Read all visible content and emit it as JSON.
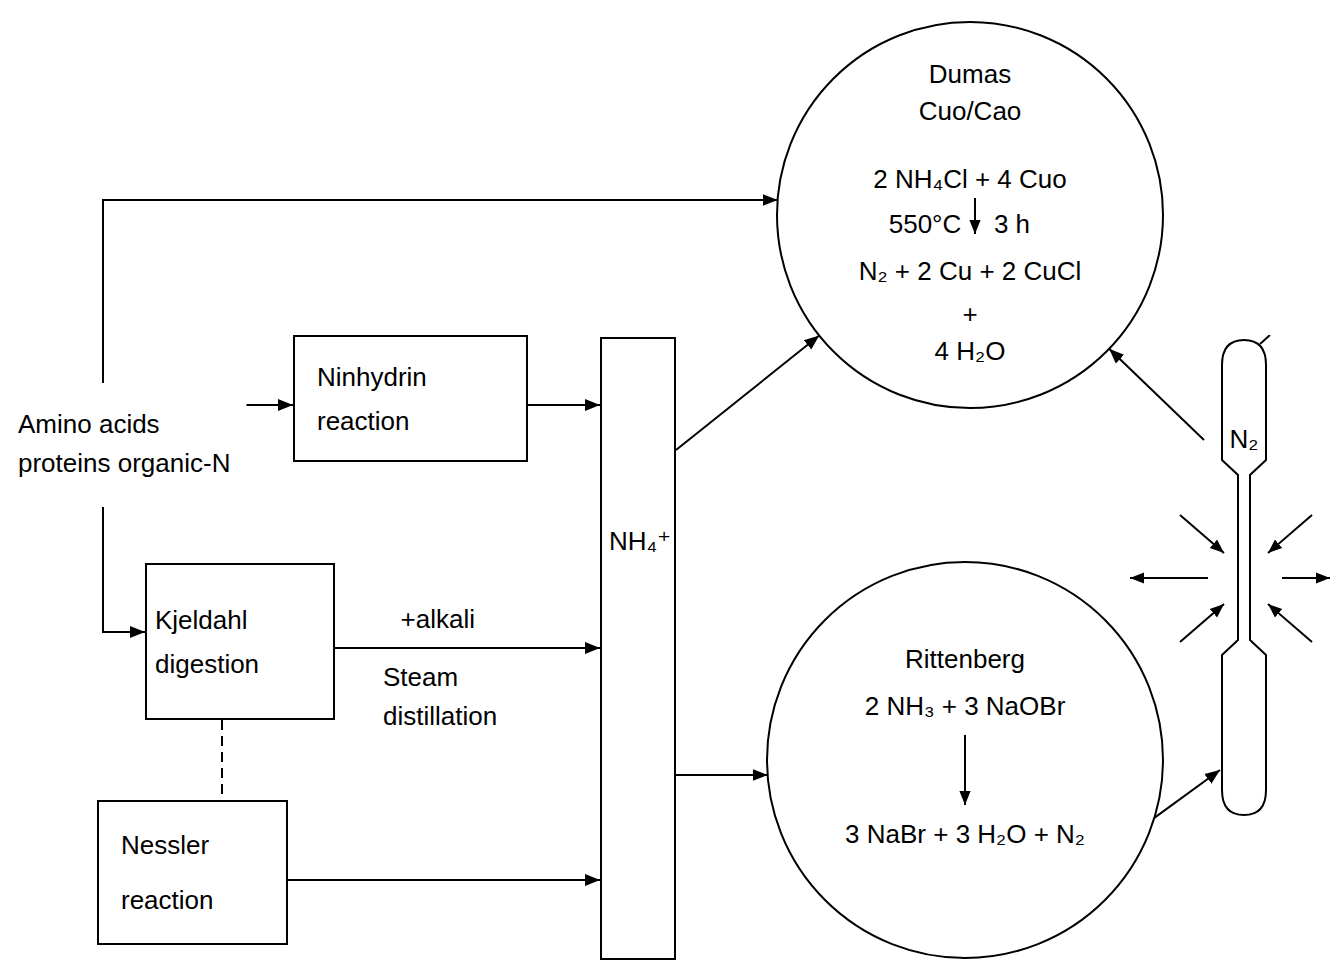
{
  "diagram": {
    "nodes": [
      {
        "text": [
          "Amino acids proteins organic-N"
        ]
      },
      {
        "text": [
          "Ninhydrin reaction"
        ]
      },
      {
        "text": [
          "Kjeldahl digestion"
        ]
      },
      {
        "text": [
          "Nessler reaction"
        ]
      },
      {
        "text": [
          "NH₄⁺"
        ]
      },
      {
        "text": [
          "Dumas",
          "Cuo/Cao",
          "2 NH₄Cl + 4 Cuo",
          "550°C",
          "3 h",
          "N₂ + 2 Cu + 2 CuCl",
          "+",
          "4 H₂O"
        ]
      },
      {
        "text": [
          "Rittenberg",
          "2 NH₃ + 3 NaOBr",
          "3 NaBr + 3 H₂O + N₂"
        ]
      },
      {
        "text": [
          "N₂"
        ]
      }
    ],
    "edges": [
      {
        "from": 0,
        "to": 5,
        "arrow": "to"
      },
      {
        "from": 0,
        "to": 1,
        "arrow": "to"
      },
      {
        "from": 0,
        "to": 2,
        "arrow": "to"
      },
      {
        "from": 1,
        "to": 4,
        "arrow": "to"
      },
      {
        "from": 2,
        "to": 4,
        "label": "+alkali",
        "arrow": "to"
      },
      {
        "from": 2,
        "to": 3,
        "arrow": "none"
      },
      {
        "from": 3,
        "to": 4,
        "arrow": "to"
      },
      {
        "from": 4,
        "to": 5,
        "arrow": "to"
      },
      {
        "from": 4,
        "to": 6,
        "arrow": "to"
      },
      {
        "from": 6,
        "to": 7,
        "arrow": "to"
      },
      {
        "from": 7,
        "to": 5,
        "arrow": "to"
      }
    ],
    "labels": [
      "Steam distillation"
    ]
  }
}
